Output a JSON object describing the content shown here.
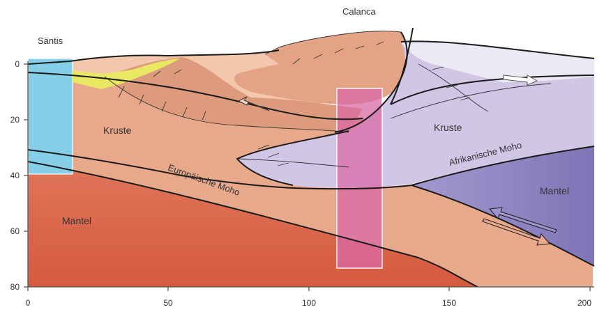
{
  "labels": {
    "saentis": "Säntis",
    "calanca": "Calanca",
    "kruste_left": "Kruste",
    "kruste_right": "Kruste",
    "european_moho": "Europäische Moho",
    "african_moho": "Afrikanische Moho",
    "mantel_left": "Mantel",
    "mantel_right": "Mantel"
  },
  "axes": {
    "y_ticks": [
      "0",
      "20",
      "40",
      "60",
      "80"
    ],
    "x_ticks": [
      "0",
      "50",
      "100",
      "150",
      "200"
    ]
  },
  "colors": {
    "upper_crust": "#f3c8b0",
    "crust": "#e7a88a",
    "nappes": "#df9c7e",
    "mantle": "#df6f50",
    "african_plate": "#cfc6e6",
    "african_mantle": "#8f85c2",
    "highlight_box": "#d96aa6",
    "left_box": "#86cfe9",
    "sediment_yellow": "#eaea62"
  }
}
